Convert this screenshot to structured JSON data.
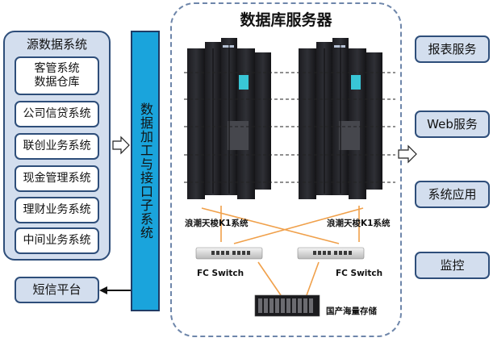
{
  "source": {
    "title": "源数据系统",
    "items": [
      {
        "label": "客管系统\n数据仓库"
      },
      {
        "label": "公司信贷系统"
      },
      {
        "label": "联创业务系统"
      },
      {
        "label": "现金管理系统"
      },
      {
        "label": "理财业务系统"
      },
      {
        "label": "中间业务系统"
      }
    ]
  },
  "sms_platform": "短信平台",
  "interface": "数据加工与接口子系统",
  "db_server": {
    "title": "数据库服务器",
    "cluster_left": "浪潮天梭K1系统",
    "cluster_right": "浪潮天梭K1系统",
    "switch_left": "FC Switch",
    "switch_right": "FC Switch",
    "storage": "国产海量存储"
  },
  "services": [
    {
      "label": "报表服务"
    },
    {
      "label": "Web服务"
    },
    {
      "label": "系统应用"
    },
    {
      "label": "监控"
    }
  ],
  "colors": {
    "box_fill": "#d3deee",
    "box_border": "#2e4e7a",
    "interface_fill": "#1aa4dc",
    "cable": "#f0a04a"
  }
}
